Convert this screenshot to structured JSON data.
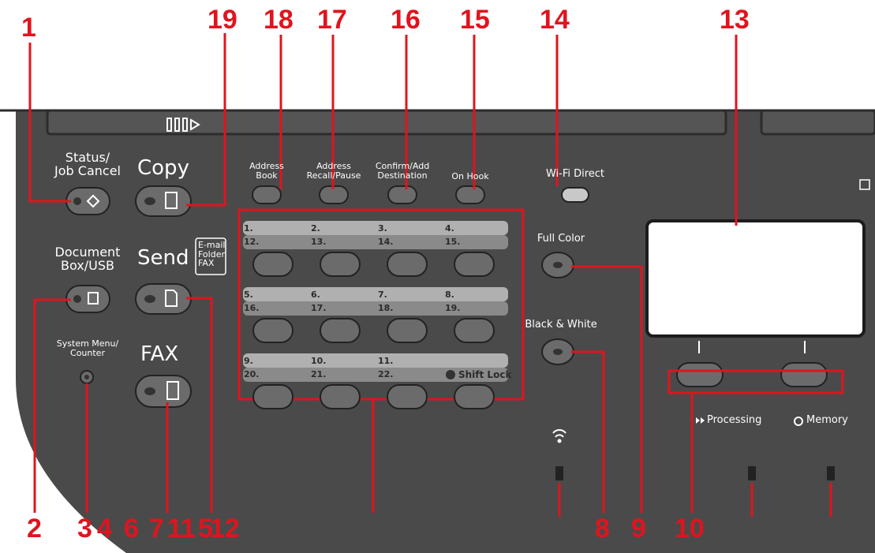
{
  "callouts": [
    {
      "id": "1",
      "text": "1"
    },
    {
      "id": "19",
      "text": "19"
    },
    {
      "id": "18",
      "text": "18"
    },
    {
      "id": "17",
      "text": "17"
    },
    {
      "id": "16",
      "text": "16"
    },
    {
      "id": "15",
      "text": "15"
    },
    {
      "id": "14",
      "text": "14"
    },
    {
      "id": "13",
      "text": "13"
    },
    {
      "id": "2",
      "text": "2"
    },
    {
      "id": "3",
      "text": "3"
    },
    {
      "id": "4",
      "text": "4"
    },
    {
      "id": "6",
      "text": "6"
    },
    {
      "id": "7",
      "text": "7"
    },
    {
      "id": "11",
      "text": "11"
    },
    {
      "id": "5",
      "text": "5"
    },
    {
      "id": "12",
      "text": "12"
    },
    {
      "id": "8",
      "text": "8"
    },
    {
      "id": "9",
      "text": "9"
    },
    {
      "id": "10",
      "text": "10"
    }
  ],
  "panel": {
    "status_l1": "Status/",
    "status_l2": "Job Cancel",
    "copy": "Copy",
    "docbox_l1": "Document",
    "docbox_l2": "Box/USB",
    "send": "Send",
    "send_sub_1": "E-mail",
    "send_sub_2": "Folder",
    "send_sub_3": "FAX",
    "sysmenu_l1": "System Menu/",
    "sysmenu_l2": "Counter",
    "fax": "FAX",
    "address_book_l1": "Address",
    "address_book_l2": "Book",
    "address_recall_l1": "Address",
    "address_recall_l2": "Recall/Pause",
    "confirm_l1": "Confirm/Add",
    "confirm_l2": "Destination",
    "on_hook": "On Hook",
    "wifi_direct": "Wi-Fi Direct",
    "full_color": "Full Color",
    "black_white": "Black & White",
    "processing": "Processing",
    "memory": "Memory",
    "shift_lock": "Shift Lock"
  },
  "one_touch": [
    {
      "top": "1.",
      "bottom": "12."
    },
    {
      "top": "2.",
      "bottom": "13."
    },
    {
      "top": "3.",
      "bottom": "14."
    },
    {
      "top": "4.",
      "bottom": "15."
    },
    {
      "top": "5.",
      "bottom": "16."
    },
    {
      "top": "6.",
      "bottom": "17."
    },
    {
      "top": "7.",
      "bottom": "18."
    },
    {
      "top": "8.",
      "bottom": "19."
    },
    {
      "top": "9.",
      "bottom": "20."
    },
    {
      "top": "10.",
      "bottom": "21."
    },
    {
      "top": "11.",
      "bottom": "22."
    },
    {
      "top": "",
      "bottom": ""
    }
  ],
  "colors": {
    "callout": "#e0141e",
    "panel": "#4a4a4a",
    "button": "#5c5c5c",
    "text": "#ffffff"
  }
}
